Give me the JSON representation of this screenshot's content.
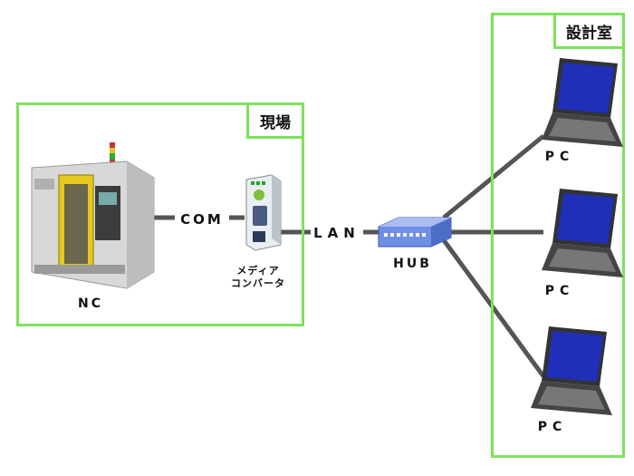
{
  "zones": {
    "site": {
      "label": "現場"
    },
    "design_room": {
      "label": "設計室"
    }
  },
  "devices": {
    "nc": {
      "label": "NC",
      "icon": "cnc-machine-icon"
    },
    "media_converter": {
      "label_line1": "メディア",
      "label_line2": "コンバータ",
      "icon": "media-converter-icon"
    },
    "hub": {
      "label": "HUB",
      "icon": "network-hub-icon"
    },
    "pcs": [
      {
        "label": "PC",
        "icon": "laptop-icon"
      },
      {
        "label": "PC",
        "icon": "laptop-icon"
      },
      {
        "label": "PC",
        "icon": "laptop-icon"
      }
    ]
  },
  "links": {
    "com": "COM",
    "lan": "LAN"
  },
  "colors": {
    "zone_border": "#7de35a",
    "cable": "#555555",
    "hub_body": "#6f8fe6",
    "laptop_screen": "#1f2fb8",
    "nc_frame": "#e6c81e"
  }
}
